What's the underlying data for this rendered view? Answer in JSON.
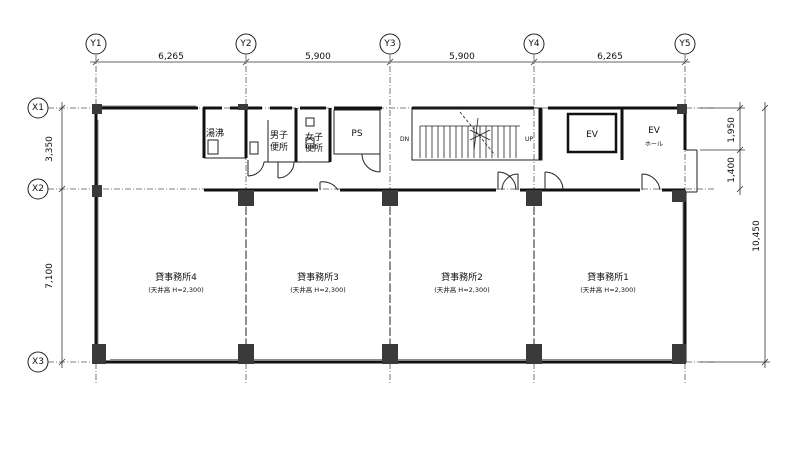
{
  "grid": {
    "columns": [
      "Y1",
      "Y2",
      "Y3",
      "Y4",
      "Y5"
    ],
    "rows": [
      "X1",
      "X2",
      "X3"
    ]
  },
  "dimensions": {
    "top": [
      "6,265",
      "5,900",
      "5,900",
      "6,265"
    ],
    "left": [
      "3,350",
      "7,100"
    ],
    "right_small": [
      "1,950",
      "1,400"
    ],
    "right_total": "10,450"
  },
  "rooms": {
    "offices": [
      {
        "name": "貸事務所4",
        "ceiling": "(天井高 H=2,300)"
      },
      {
        "name": "貸事務所3",
        "ceiling": "(天井高 H=2,300)"
      },
      {
        "name": "貸事務所2",
        "ceiling": "(天井高 H=2,300)"
      },
      {
        "name": "貸事務所1",
        "ceiling": "(天井高 H=2,300)"
      }
    ],
    "kitchenette": "湯沸",
    "mens_toilet": [
      "男子",
      "便所"
    ],
    "womens_toilet": [
      "女子",
      "便所"
    ],
    "ps": "PS",
    "stair_down": "DN",
    "stair_up": "UP",
    "ev": "EV",
    "ev_hall": [
      "EV",
      "ホール"
    ]
  }
}
